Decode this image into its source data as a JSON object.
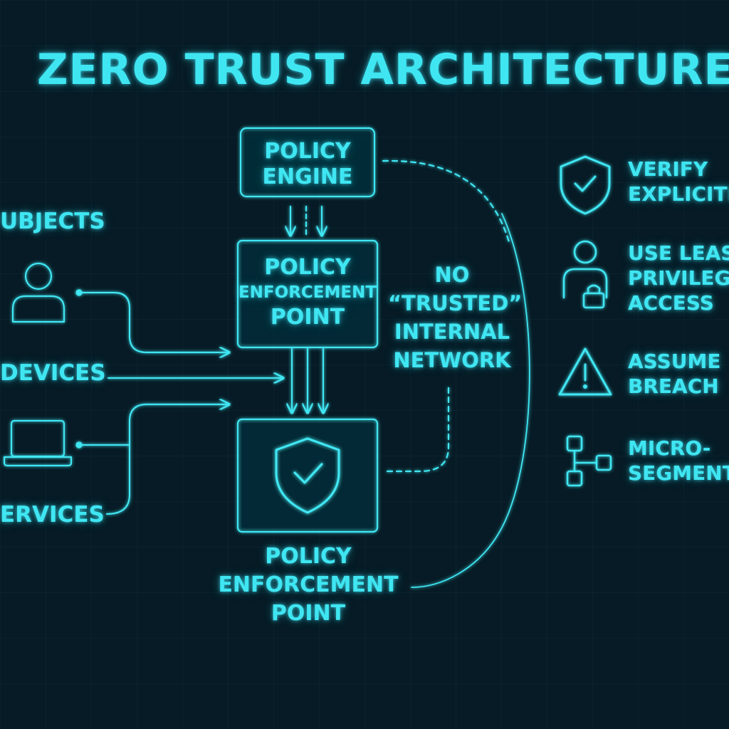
{
  "title": "ZERO TRUST ARCHITECTURE",
  "colors": {
    "background": "#061b25",
    "accent": "#3fe6f2",
    "grid": "#0d2a36"
  },
  "boxes": {
    "policy_engine": {
      "line1": "POLICY",
      "line2": "ENGINE"
    },
    "pep_top": {
      "line1": "POLICY",
      "line2": "ENFORCEMENT",
      "line3": "POINT"
    },
    "pep_bottom": {
      "line1": "POLICY",
      "line2": "ENFORCEMENT",
      "line3": "POINT",
      "icon": "shield-check-icon"
    }
  },
  "network_note": {
    "line1": "NO",
    "line2": "“TRUSTED”",
    "line3": "INTERNAL",
    "line4": "NETWORK"
  },
  "sources": [
    {
      "label": "UBJECTS",
      "icon": "user-icon"
    },
    {
      "label": "DEVICES"
    },
    {
      "label": "",
      "icon": "laptop-icon"
    },
    {
      "label": "ERVICES"
    }
  ],
  "principles": [
    {
      "line1": "VERIFY",
      "line2": "EXPLICITL",
      "icon": "shield-check-icon"
    },
    {
      "line1": "USE LEAS",
      "line2": "PRIVILEGI",
      "line3": "ACCESS",
      "icon": "user-lock-icon"
    },
    {
      "line1": "ASSUME",
      "line2": "BREACH",
      "icon": "warning-icon"
    },
    {
      "line1": "MICRO-",
      "line2": "SEGMENTA",
      "icon": "network-segment-icon"
    }
  ]
}
